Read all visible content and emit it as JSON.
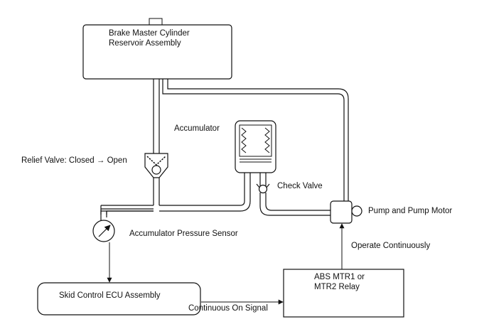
{
  "labels": {
    "reservoir": "Brake Master Cylinder\nReservoir Assembly",
    "accumulator": "Accumulator",
    "relief_valve": "Relief Valve: Closed → Open",
    "check_valve": "Check Valve",
    "pump": "Pump and Pump Motor",
    "pressure_sensor": "Accumulator Pressure Sensor",
    "operate": "Operate Continuously",
    "relay": "ABS MTR1 or\nMTR2 Relay",
    "ecu": "Skid Control ECU Assembly",
    "signal": "Continuous On Signal"
  }
}
